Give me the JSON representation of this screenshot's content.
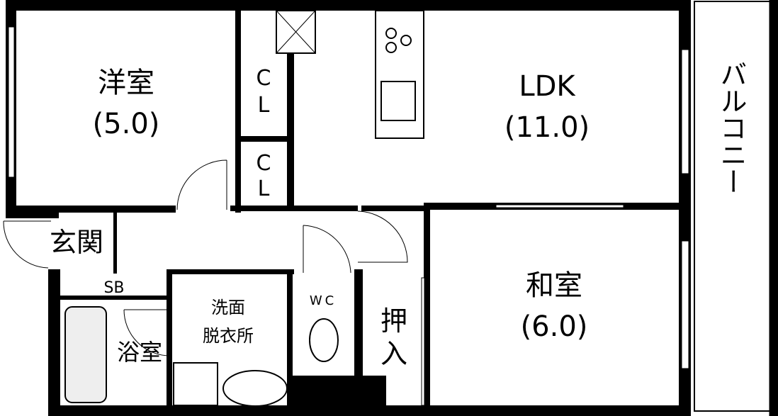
{
  "plan": {
    "rooms": {
      "western_room": {
        "name": "洋室",
        "size": "(5.0)"
      },
      "ldk": {
        "name": "LDK",
        "size": "(11.0)"
      },
      "japanese_room": {
        "name": "和室",
        "size": "(6.0)"
      },
      "closet_1": {
        "name_line1": "C",
        "name_line2": "L"
      },
      "closet_2": {
        "name_line1": "C",
        "name_line2": "L"
      },
      "entrance": {
        "name": "玄関"
      },
      "shoe_box": {
        "name": "SB"
      },
      "bathroom": {
        "name": "浴室"
      },
      "washroom": {
        "name_line1": "洗面",
        "name_line2": "脱衣所"
      },
      "toilet": {
        "name": "WC"
      },
      "storage": {
        "name_line1": "押",
        "name_line2": "入"
      },
      "balcony": {
        "name": "バルコニー"
      }
    },
    "colors": {
      "wall": "#000000",
      "background": "#ffffff",
      "fixture_fill": "#eeeeee"
    }
  }
}
